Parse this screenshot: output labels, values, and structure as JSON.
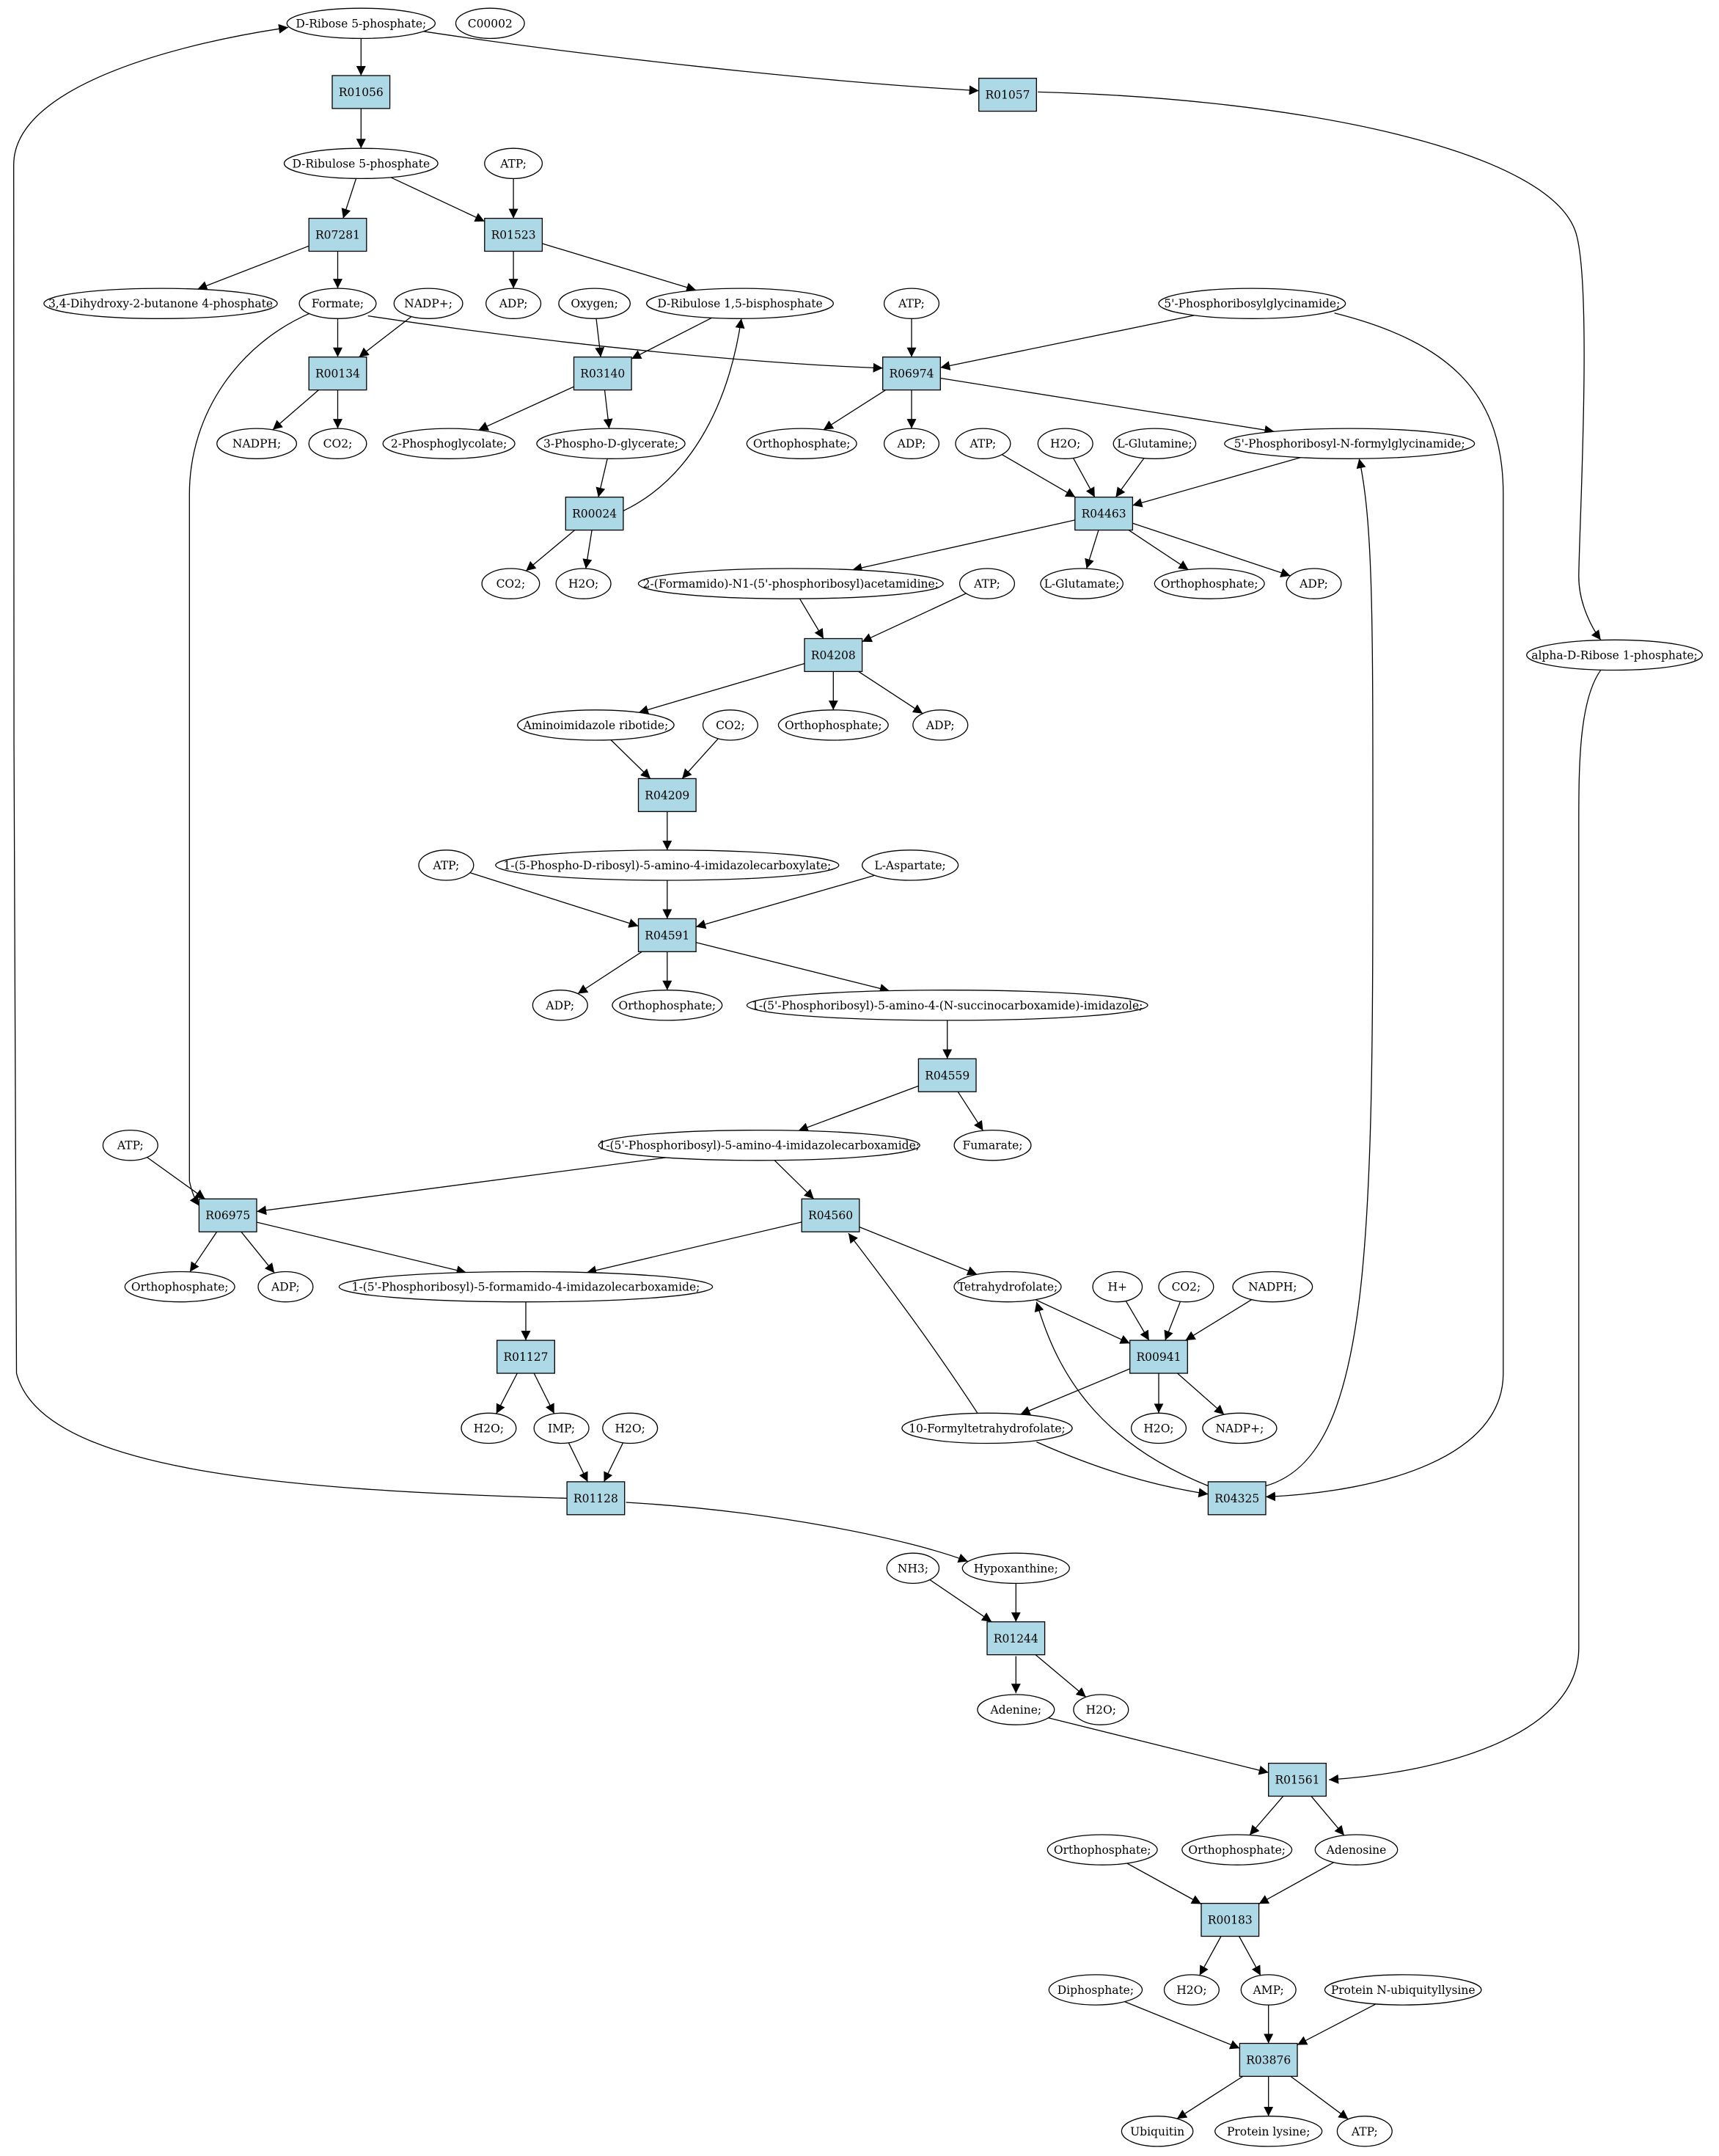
{
  "diagram": {
    "colors": {
      "reaction_fill": "#add8e6",
      "source_compound_fill": "#00ee00",
      "highlight_fill": "#ffff00",
      "compound_fill": "#ffffff",
      "stroke": "#000000"
    },
    "nodes": [
      {
        "id": "ribose5p",
        "label": "D-Ribose 5-phosphate;",
        "kind": "compound",
        "fill": "#00ee00"
      },
      {
        "id": "c00002",
        "label": "C00002",
        "kind": "compound",
        "fill": "#ffff00"
      },
      {
        "id": "R01056",
        "label": "R01056",
        "kind": "reaction"
      },
      {
        "id": "R01057",
        "label": "R01057",
        "kind": "reaction"
      },
      {
        "id": "ribulose5p",
        "label": "D-Ribulose 5-phosphate",
        "kind": "compound"
      },
      {
        "id": "atp1",
        "label": "ATP;",
        "kind": "compound"
      },
      {
        "id": "R07281",
        "label": "R07281",
        "kind": "reaction"
      },
      {
        "id": "R01523",
        "label": "R01523",
        "kind": "reaction"
      },
      {
        "id": "dihydroxy",
        "label": "3,4-Dihydroxy-2-butanone 4-phosphate",
        "kind": "compound"
      },
      {
        "id": "formate",
        "label": "Formate;",
        "kind": "compound"
      },
      {
        "id": "nadp1",
        "label": "NADP+;",
        "kind": "compound"
      },
      {
        "id": "adp1",
        "label": "ADP;",
        "kind": "compound"
      },
      {
        "id": "oxygen",
        "label": "Oxygen;",
        "kind": "compound"
      },
      {
        "id": "rubp",
        "label": "D-Ribulose 1,5-bisphosphate",
        "kind": "compound"
      },
      {
        "id": "atp2",
        "label": "ATP;",
        "kind": "compound"
      },
      {
        "id": "pgly",
        "label": "5'-Phosphoribosylglycinamide;",
        "kind": "compound"
      },
      {
        "id": "R00134",
        "label": "R00134",
        "kind": "reaction"
      },
      {
        "id": "R03140",
        "label": "R03140",
        "kind": "reaction"
      },
      {
        "id": "R06974",
        "label": "R06974",
        "kind": "reaction"
      },
      {
        "id": "nadph1",
        "label": "NADPH;",
        "kind": "compound"
      },
      {
        "id": "co2a",
        "label": "CO2;",
        "kind": "compound"
      },
      {
        "id": "phosphoglycolate",
        "label": "2-Phosphoglycolate;",
        "kind": "compound"
      },
      {
        "id": "pga",
        "label": "3-Phospho-D-glycerate;",
        "kind": "compound"
      },
      {
        "id": "ortho1",
        "label": "Orthophosphate;",
        "kind": "compound"
      },
      {
        "id": "adp2",
        "label": "ADP;",
        "kind": "compound"
      },
      {
        "id": "atp3",
        "label": "ATP;",
        "kind": "compound"
      },
      {
        "id": "h2o1",
        "label": "H2O;",
        "kind": "compound"
      },
      {
        "id": "glutamine",
        "label": "L-Glutamine;",
        "kind": "compound"
      },
      {
        "id": "fgar",
        "label": "5'-Phosphoribosyl-N-formylglycinamide;",
        "kind": "compound"
      },
      {
        "id": "R00024",
        "label": "R00024",
        "kind": "reaction"
      },
      {
        "id": "R04463",
        "label": "R04463",
        "kind": "reaction"
      },
      {
        "id": "co2b",
        "label": "CO2;",
        "kind": "compound"
      },
      {
        "id": "h2o2",
        "label": "H2O;",
        "kind": "compound"
      },
      {
        "id": "fgam",
        "label": "2-(Formamido)-N1-(5'-phosphoribosyl)acetamidine;",
        "kind": "compound"
      },
      {
        "id": "atp4",
        "label": "ATP;",
        "kind": "compound"
      },
      {
        "id": "glutamate",
        "label": "L-Glutamate;",
        "kind": "compound"
      },
      {
        "id": "ortho2",
        "label": "Orthophosphate;",
        "kind": "compound"
      },
      {
        "id": "adp3",
        "label": "ADP;",
        "kind": "compound"
      },
      {
        "id": "alpharibose",
        "label": "alpha-D-Ribose 1-phosphate;",
        "kind": "compound"
      },
      {
        "id": "R04208",
        "label": "R04208",
        "kind": "reaction"
      },
      {
        "id": "air",
        "label": "Aminoimidazole ribotide;",
        "kind": "compound"
      },
      {
        "id": "co2c",
        "label": "CO2;",
        "kind": "compound"
      },
      {
        "id": "ortho3",
        "label": "Orthophosphate;",
        "kind": "compound"
      },
      {
        "id": "adp4",
        "label": "ADP;",
        "kind": "compound"
      },
      {
        "id": "R04209",
        "label": "R04209",
        "kind": "reaction"
      },
      {
        "id": "atp5",
        "label": "ATP;",
        "kind": "compound"
      },
      {
        "id": "cair",
        "label": "1-(5-Phospho-D-ribosyl)-5-amino-4-imidazolecarboxylate;",
        "kind": "compound"
      },
      {
        "id": "aspartate",
        "label": "L-Aspartate;",
        "kind": "compound"
      },
      {
        "id": "R04591",
        "label": "R04591",
        "kind": "reaction"
      },
      {
        "id": "adp5",
        "label": "ADP;",
        "kind": "compound"
      },
      {
        "id": "ortho4",
        "label": "Orthophosphate;",
        "kind": "compound"
      },
      {
        "id": "saicar",
        "label": "1-(5'-Phosphoribosyl)-5-amino-4-(N-succinocarboxamide)-imidazole;",
        "kind": "compound"
      },
      {
        "id": "R04559",
        "label": "R04559",
        "kind": "reaction"
      },
      {
        "id": "atp6",
        "label": "ATP;",
        "kind": "compound"
      },
      {
        "id": "aicar",
        "label": "1-(5'-Phosphoribosyl)-5-amino-4-imidazolecarboxamide;",
        "kind": "compound"
      },
      {
        "id": "fumarate",
        "label": "Fumarate;",
        "kind": "compound"
      },
      {
        "id": "R06975",
        "label": "R06975",
        "kind": "reaction"
      },
      {
        "id": "R04560",
        "label": "R04560",
        "kind": "reaction"
      },
      {
        "id": "ortho5",
        "label": "Orthophosphate;",
        "kind": "compound"
      },
      {
        "id": "adp6",
        "label": "ADP;",
        "kind": "compound"
      },
      {
        "id": "faicar",
        "label": "1-(5'-Phosphoribosyl)-5-formamido-4-imidazolecarboxamide;",
        "kind": "compound"
      },
      {
        "id": "thf",
        "label": "Tetrahydrofolate;",
        "kind": "compound"
      },
      {
        "id": "hplus",
        "label": "H+",
        "kind": "compound"
      },
      {
        "id": "co2d",
        "label": "CO2;",
        "kind": "compound"
      },
      {
        "id": "nadph2",
        "label": "NADPH;",
        "kind": "compound"
      },
      {
        "id": "R01127",
        "label": "R01127",
        "kind": "reaction"
      },
      {
        "id": "R00941",
        "label": "R00941",
        "kind": "reaction"
      },
      {
        "id": "h2o3",
        "label": "H2O;",
        "kind": "compound"
      },
      {
        "id": "imp",
        "label": "IMP;",
        "kind": "compound"
      },
      {
        "id": "h2o4",
        "label": "H2O;",
        "kind": "compound"
      },
      {
        "id": "formylthf",
        "label": "10-Formyltetrahydrofolate;",
        "kind": "compound"
      },
      {
        "id": "h2o5",
        "label": "H2O;",
        "kind": "compound"
      },
      {
        "id": "nadp2",
        "label": "NADP+;",
        "kind": "compound"
      },
      {
        "id": "R01128",
        "label": "R01128",
        "kind": "reaction"
      },
      {
        "id": "R04325",
        "label": "R04325",
        "kind": "reaction"
      },
      {
        "id": "nh3",
        "label": "NH3;",
        "kind": "compound"
      },
      {
        "id": "hypoxanthine",
        "label": "Hypoxanthine;",
        "kind": "compound"
      },
      {
        "id": "R01244",
        "label": "R01244",
        "kind": "reaction"
      },
      {
        "id": "adenine",
        "label": "Adenine;",
        "kind": "compound"
      },
      {
        "id": "h2o6",
        "label": "H2O;",
        "kind": "compound"
      },
      {
        "id": "R01561",
        "label": "R01561",
        "kind": "reaction"
      },
      {
        "id": "ortho6",
        "label": "Orthophosphate;",
        "kind": "compound"
      },
      {
        "id": "ortho7",
        "label": "Orthophosphate;",
        "kind": "compound"
      },
      {
        "id": "adenosine",
        "label": "Adenosine",
        "kind": "compound"
      },
      {
        "id": "R00183",
        "label": "R00183",
        "kind": "reaction"
      },
      {
        "id": "diphosphate",
        "label": "Diphosphate;",
        "kind": "compound"
      },
      {
        "id": "h2o7",
        "label": "H2O;",
        "kind": "compound"
      },
      {
        "id": "amp",
        "label": "AMP;",
        "kind": "compound"
      },
      {
        "id": "ubiqlys",
        "label": "Protein N-ubiquityllysine",
        "kind": "compound"
      },
      {
        "id": "R03876",
        "label": "R03876",
        "kind": "reaction"
      },
      {
        "id": "ubiquitin",
        "label": "Ubiquitin",
        "kind": "compound"
      },
      {
        "id": "proteinlys",
        "label": "Protein lysine;",
        "kind": "compound"
      },
      {
        "id": "atp7",
        "label": "ATP;",
        "kind": "compound"
      }
    ],
    "edges": [
      [
        "ribose5p",
        "R01056"
      ],
      [
        "ribose5p",
        "R01057"
      ],
      [
        "R01056",
        "ribulose5p"
      ],
      [
        "ribulose5p",
        "R07281"
      ],
      [
        "ribulose5p",
        "R01523"
      ],
      [
        "atp1",
        "R01523"
      ],
      [
        "R07281",
        "dihydroxy"
      ],
      [
        "R07281",
        "formate"
      ],
      [
        "R01523",
        "adp1"
      ],
      [
        "R01523",
        "rubp"
      ],
      [
        "formate",
        "R00134"
      ],
      [
        "nadp1",
        "R00134"
      ],
      [
        "formate",
        "R06974"
      ],
      [
        "formate",
        "R06975"
      ],
      [
        "oxygen",
        "R03140"
      ],
      [
        "rubp",
        "R03140"
      ],
      [
        "atp2",
        "R06974"
      ],
      [
        "pgly",
        "R06974"
      ],
      [
        "pgly",
        "R04325"
      ],
      [
        "R00134",
        "nadph1"
      ],
      [
        "R00134",
        "co2a"
      ],
      [
        "R03140",
        "phosphoglycolate"
      ],
      [
        "R03140",
        "pga"
      ],
      [
        "R06974",
        "ortho1"
      ],
      [
        "R06974",
        "adp2"
      ],
      [
        "R06974",
        "fgar"
      ],
      [
        "pga",
        "R00024"
      ],
      [
        "R00024",
        "co2b"
      ],
      [
        "R00024",
        "h2o2"
      ],
      [
        "R00024",
        "rubp"
      ],
      [
        "atp3",
        "R04463"
      ],
      [
        "h2o1",
        "R04463"
      ],
      [
        "glutamine",
        "R04463"
      ],
      [
        "fgar",
        "R04463"
      ],
      [
        "R04463",
        "fgam"
      ],
      [
        "R04463",
        "glutamate"
      ],
      [
        "R04463",
        "ortho2"
      ],
      [
        "R04463",
        "adp3"
      ],
      [
        "fgam",
        "R04208"
      ],
      [
        "atp4",
        "R04208"
      ],
      [
        "R04208",
        "air"
      ],
      [
        "R04208",
        "ortho3"
      ],
      [
        "R04208",
        "adp4"
      ],
      [
        "air",
        "R04209"
      ],
      [
        "co2c",
        "R04209"
      ],
      [
        "R04209",
        "cair"
      ],
      [
        "atp5",
        "R04591"
      ],
      [
        "cair",
        "R04591"
      ],
      [
        "aspartate",
        "R04591"
      ],
      [
        "R04591",
        "adp5"
      ],
      [
        "R04591",
        "ortho4"
      ],
      [
        "R04591",
        "saicar"
      ],
      [
        "saicar",
        "R04559"
      ],
      [
        "R04559",
        "aicar"
      ],
      [
        "R04559",
        "fumarate"
      ],
      [
        "atp6",
        "R06975"
      ],
      [
        "aicar",
        "R06975"
      ],
      [
        "aicar",
        "R04560"
      ],
      [
        "R06975",
        "ortho5"
      ],
      [
        "R06975",
        "adp6"
      ],
      [
        "R06975",
        "faicar"
      ],
      [
        "R04560",
        "faicar"
      ],
      [
        "R04560",
        "thf"
      ],
      [
        "formylthf",
        "R04560"
      ],
      [
        "thf",
        "R00941"
      ],
      [
        "hplus",
        "R00941"
      ],
      [
        "co2d",
        "R00941"
      ],
      [
        "nadph2",
        "R00941"
      ],
      [
        "R00941",
        "formylthf"
      ],
      [
        "R00941",
        "h2o5"
      ],
      [
        "R00941",
        "nadp2"
      ],
      [
        "faicar",
        "R01127"
      ],
      [
        "R01127",
        "h2o3"
      ],
      [
        "R01127",
        "imp"
      ],
      [
        "imp",
        "R01128"
      ],
      [
        "h2o4",
        "R01128"
      ],
      [
        "R01128",
        "ribose5p"
      ],
      [
        "R01128",
        "hypoxanthine"
      ],
      [
        "formylthf",
        "R04325"
      ],
      [
        "R04325",
        "thf"
      ],
      [
        "R04325",
        "fgar"
      ],
      [
        "R01057",
        "alpharibose"
      ],
      [
        "alpharibose",
        "R01561"
      ],
      [
        "nh3",
        "R01244"
      ],
      [
        "hypoxanthine",
        "R01244"
      ],
      [
        "R01244",
        "adenine"
      ],
      [
        "R01244",
        "h2o6"
      ],
      [
        "adenine",
        "R01561"
      ],
      [
        "R01561",
        "ortho7"
      ],
      [
        "R01561",
        "adenosine"
      ],
      [
        "ortho6",
        "R00183"
      ],
      [
        "adenosine",
        "R00183"
      ],
      [
        "R00183",
        "h2o7"
      ],
      [
        "R00183",
        "amp"
      ],
      [
        "diphosphate",
        "R03876"
      ],
      [
        "amp",
        "R03876"
      ],
      [
        "ubiqlys",
        "R03876"
      ],
      [
        "R03876",
        "ubiquitin"
      ],
      [
        "R03876",
        "proteinlys"
      ],
      [
        "R03876",
        "atp7"
      ]
    ]
  }
}
